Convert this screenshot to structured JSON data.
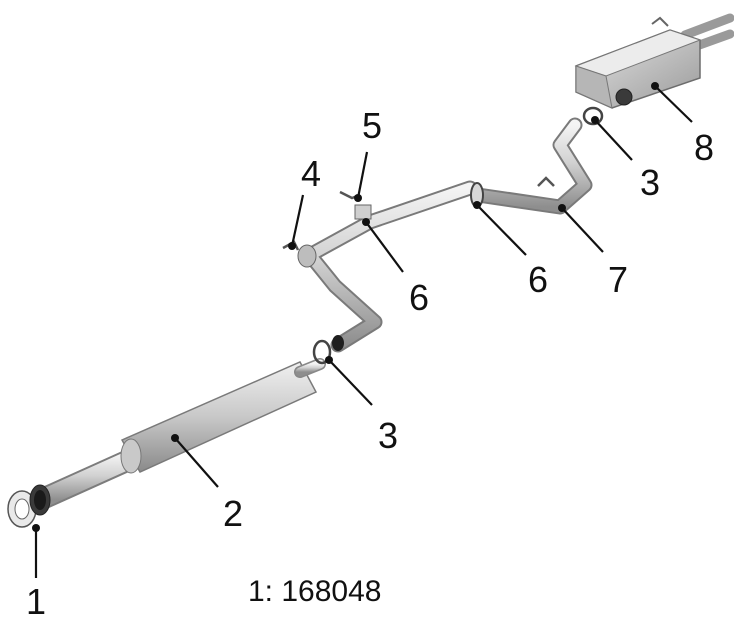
{
  "diagram": {
    "callouts": [
      {
        "id": "c1",
        "label": "1"
      },
      {
        "id": "c2",
        "label": "2"
      },
      {
        "id": "c3a",
        "label": "3"
      },
      {
        "id": "c3b",
        "label": "3"
      },
      {
        "id": "c4",
        "label": "4"
      },
      {
        "id": "c5",
        "label": "5"
      },
      {
        "id": "c6a",
        "label": "6"
      },
      {
        "id": "c6b",
        "label": "6"
      },
      {
        "id": "c7",
        "label": "7"
      },
      {
        "id": "c8",
        "label": "8"
      }
    ],
    "part_number": "1:  168048"
  }
}
